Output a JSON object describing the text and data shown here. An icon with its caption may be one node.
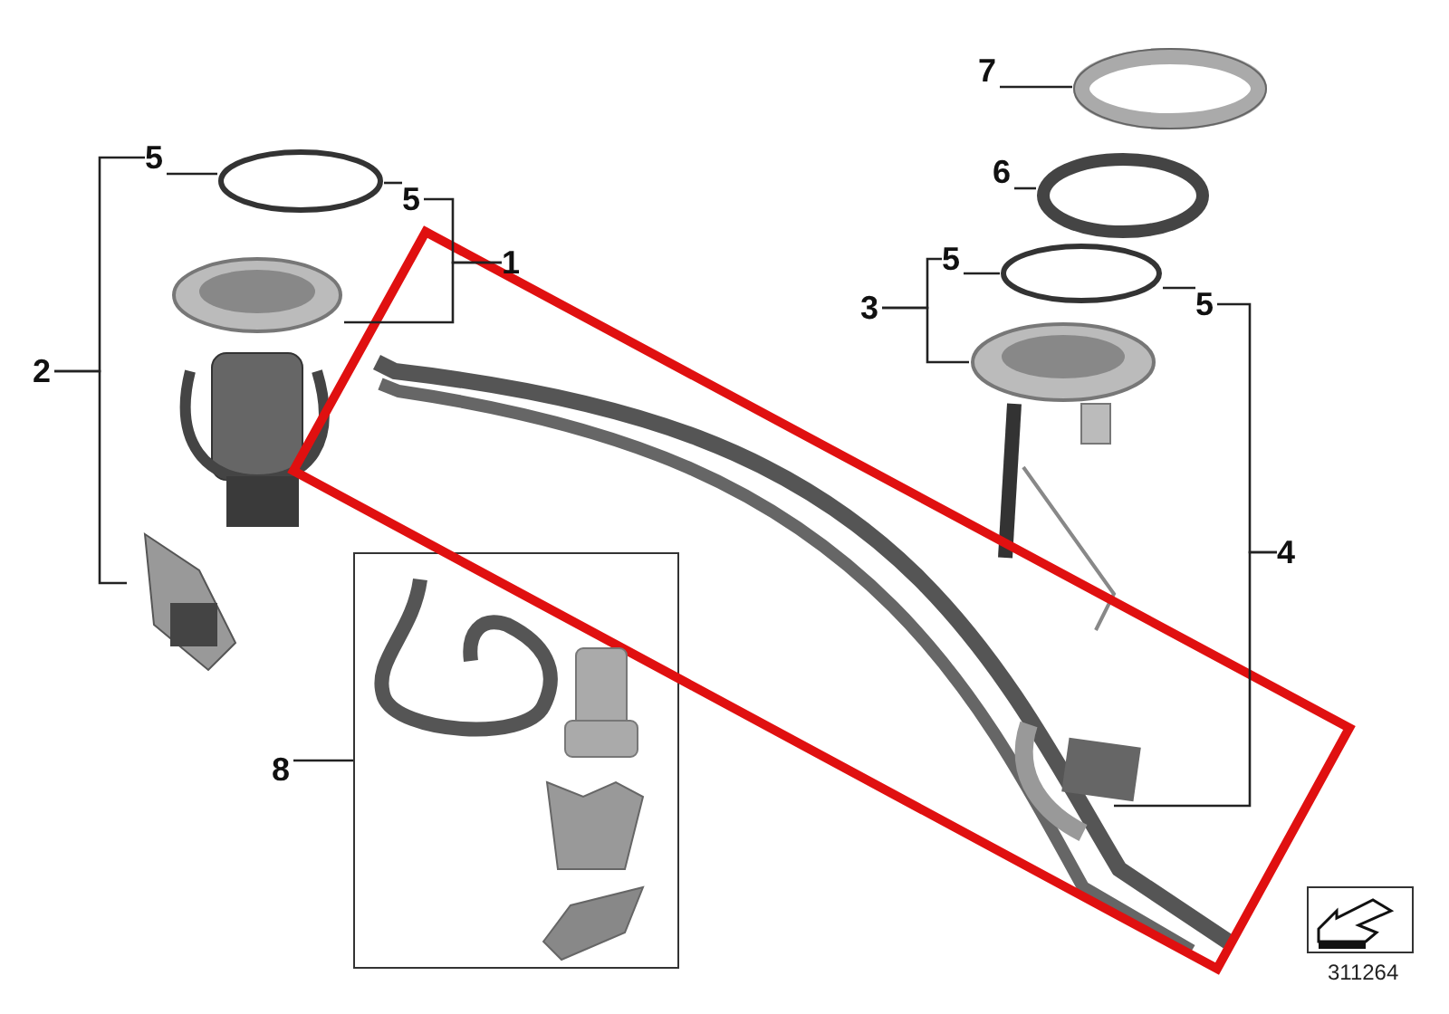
{
  "diagram": {
    "nodes": [
      {
        "text": [
          "5"
        ]
      },
      {
        "text": [
          "5"
        ]
      },
      {
        "text": [
          "1"
        ]
      },
      {
        "text": [
          "2"
        ]
      },
      {
        "text": [
          "7"
        ]
      },
      {
        "text": [
          "6"
        ]
      },
      {
        "text": [
          "5"
        ]
      },
      {
        "text": [
          "3"
        ]
      },
      {
        "text": [
          "5"
        ]
      },
      {
        "text": [
          "4"
        ]
      },
      {
        "text": [
          "8"
        ]
      },
      {
        "text": [],
        "shape": "circle"
      },
      {
        "text": [],
        "shape": "picture"
      },
      {
        "text": [],
        "shape": "picture"
      },
      {
        "text": [],
        "shape": "picture"
      },
      {
        "text": [],
        "shape": "picture"
      },
      {
        "text": [],
        "shape": "circle"
      },
      {
        "text": [],
        "shape": "circle"
      },
      {
        "text": [],
        "shape": "picture"
      },
      {
        "text": [],
        "shape": "box"
      }
    ],
    "edges": [
      {
        "from": 0,
        "to": 11,
        "arrow": "none"
      },
      {
        "from": 1,
        "to": 11,
        "arrow": "none"
      },
      {
        "from": 2,
        "to": 12,
        "arrow": "none"
      },
      {
        "from": 3,
        "to": 13,
        "arrow": "none"
      },
      {
        "from": 4,
        "to": 15,
        "arrow": "none"
      },
      {
        "from": 5,
        "to": 16,
        "arrow": "none"
      },
      {
        "from": 6,
        "to": 17,
        "arrow": "none"
      },
      {
        "from": 7,
        "to": 18,
        "arrow": "none"
      },
      {
        "from": 8,
        "to": 17,
        "arrow": "none"
      },
      {
        "from": 9,
        "to": 14,
        "arrow": "none"
      },
      {
        "from": 10,
        "to": 19,
        "arrow": "none"
      },
      {
        "from": 3,
        "to": 0,
        "arrow": "none"
      },
      {
        "from": 2,
        "to": 1,
        "arrow": "none"
      },
      {
        "from": 7,
        "to": 6,
        "arrow": "none"
      },
      {
        "from": 9,
        "to": 8,
        "arrow": "none"
      }
    ],
    "labels": [
      "311264"
    ]
  }
}
